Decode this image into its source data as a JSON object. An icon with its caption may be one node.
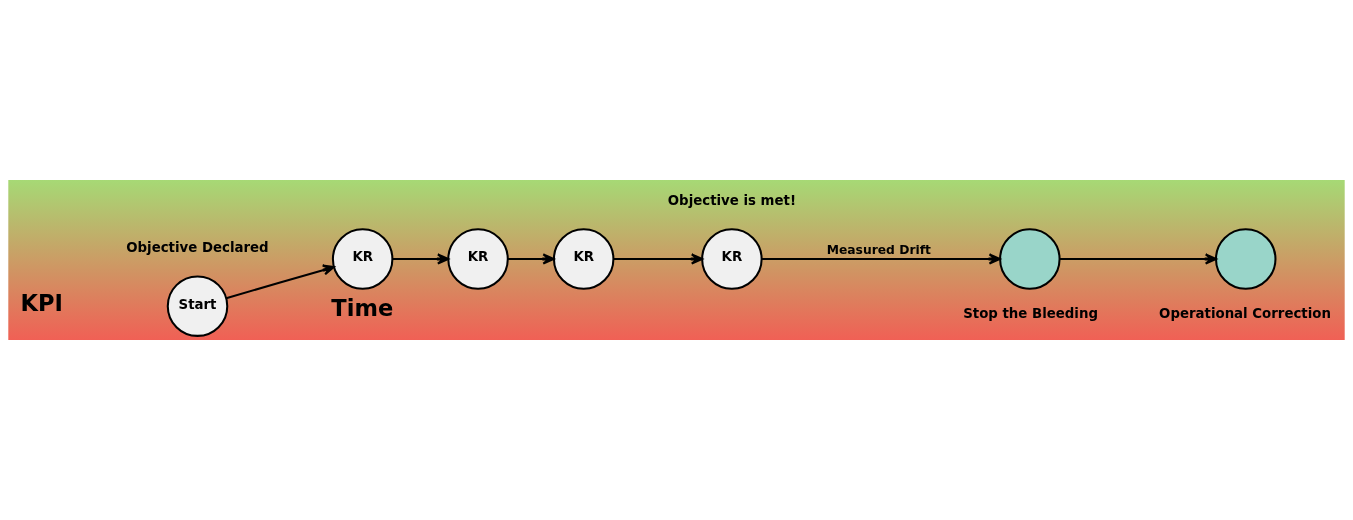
{
  "diagram": {
    "nodes": [
      {
        "text": [
          "Start"
        ],
        "beside": [
          "Objective Declared"
        ]
      },
      {
        "text": [
          "KR"
        ]
      },
      {
        "text": [
          "KR"
        ]
      },
      {
        "text": [
          "KR"
        ]
      },
      {
        "text": [
          "KR"
        ],
        "beside": [
          "Objective is met!"
        ]
      },
      {
        "text": [],
        "shape": "circle",
        "beside": [
          "Stop the Bleeding"
        ]
      },
      {
        "text": [],
        "shape": "circle",
        "beside": [
          "Operational Correction"
        ]
      }
    ],
    "edges": [
      {
        "from": 0,
        "to": 1,
        "arrow": "to"
      },
      {
        "from": 1,
        "to": 2,
        "arrow": "to"
      },
      {
        "from": 2,
        "to": 3,
        "arrow": "to"
      },
      {
        "from": 3,
        "to": 4,
        "arrow": "to"
      },
      {
        "from": 4,
        "to": 5,
        "arrow": "to",
        "label": "Measured Drift"
      },
      {
        "from": 5,
        "to": 6,
        "arrow": "to"
      }
    ],
    "labels": [
      "KPI",
      "Time"
    ]
  }
}
